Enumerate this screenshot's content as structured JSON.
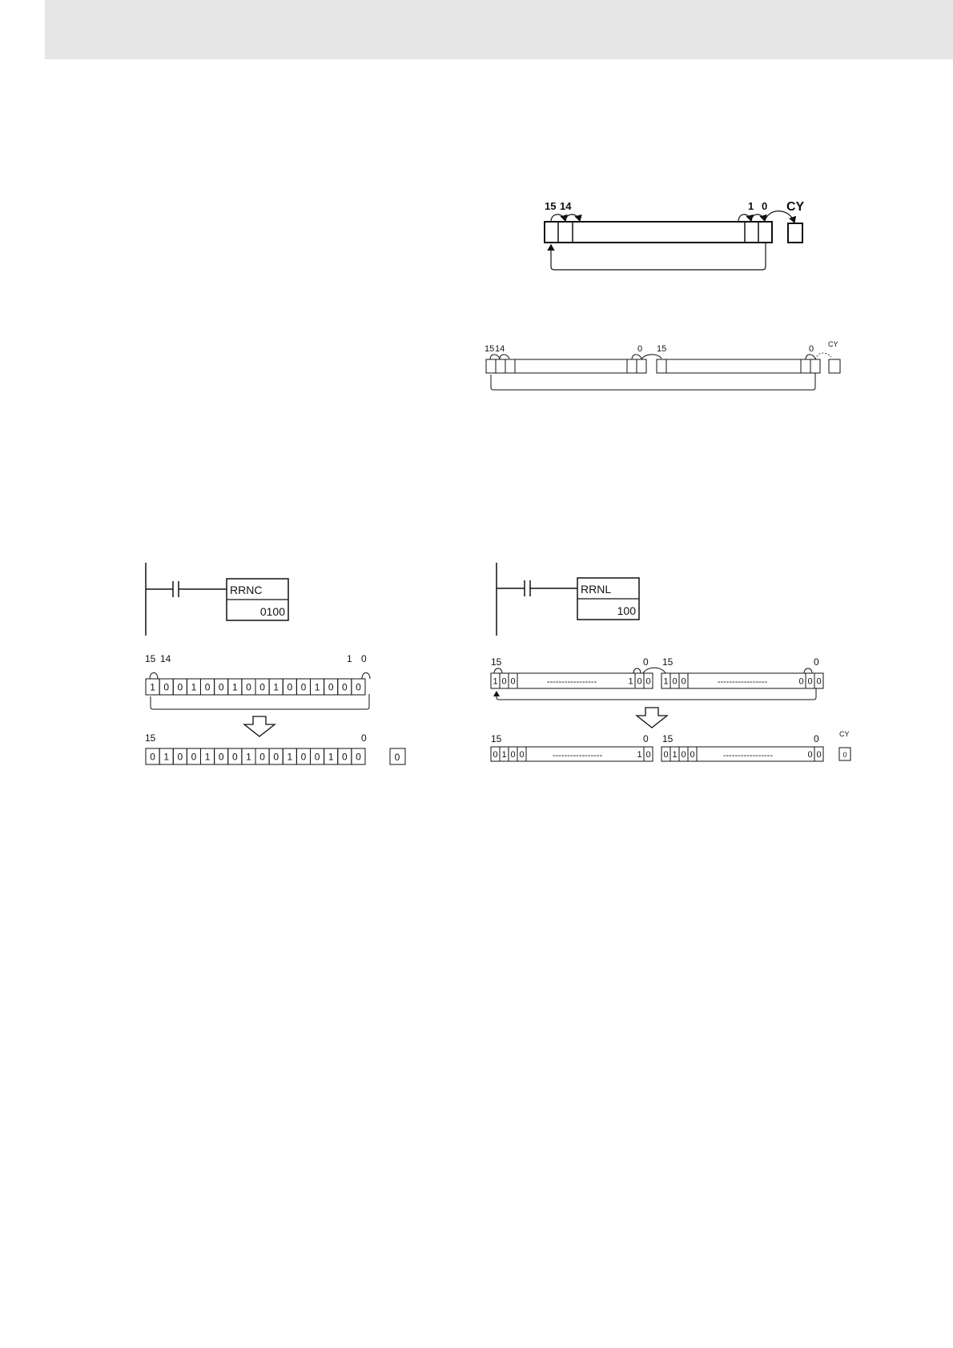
{
  "rotation_diagram": {
    "labels": [
      "15",
      "14",
      "1",
      "0"
    ],
    "carry": "CY"
  },
  "rotation_long_diagram": {
    "word1_labels": [
      "15",
      "14",
      "0"
    ],
    "word2_labels": [
      "15",
      "0"
    ],
    "carry": "CY"
  },
  "example_rrnc": {
    "instruction": "RRNC",
    "operand": "0100",
    "before_labels": [
      "15",
      "14",
      "1",
      "0"
    ],
    "before_bits": [
      "1",
      "0",
      "0",
      "1",
      "0",
      "0",
      "1",
      "0",
      "0",
      "1",
      "0",
      "0",
      "1",
      "0",
      "0",
      "0"
    ],
    "after_labels": [
      "15",
      "0"
    ],
    "after_bits": [
      "0",
      "1",
      "0",
      "0",
      "1",
      "0",
      "0",
      "1",
      "0",
      "0",
      "1",
      "0",
      "0",
      "1",
      "0",
      "0"
    ],
    "carry_value": "0"
  },
  "example_rrnl": {
    "instruction": "RRNL",
    "operand": "100",
    "before_word1_labels": [
      "15",
      "0"
    ],
    "before_word1_left": [
      "1",
      "0",
      "0"
    ],
    "before_word1_right": [
      "1",
      "0",
      "0"
    ],
    "before_word2_labels": [
      "15",
      "0"
    ],
    "before_word2_left": [
      "1",
      "0",
      "0"
    ],
    "before_word2_right": [
      "0",
      "0",
      "0"
    ],
    "dashes": "-----------------",
    "after_word1_labels": [
      "15",
      "0"
    ],
    "after_word1_left": [
      "0",
      "1",
      "0",
      "0"
    ],
    "after_word1_right": [
      "1",
      "0"
    ],
    "after_word2_labels": [
      "15",
      "0"
    ],
    "after_word2_left": [
      "0",
      "1",
      "0",
      "0"
    ],
    "after_word2_right": [
      "0",
      "0"
    ],
    "carry_label": "CY",
    "carry_value": "0"
  }
}
